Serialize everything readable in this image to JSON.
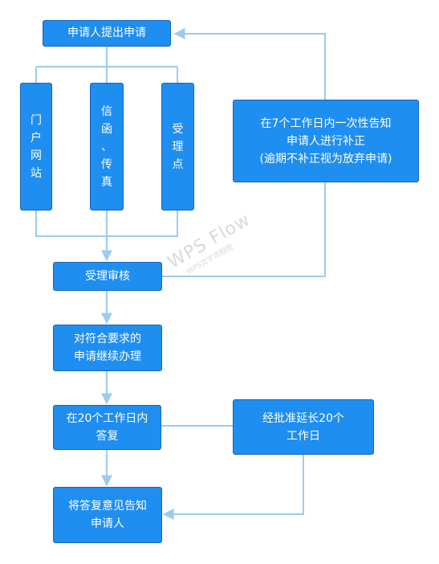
{
  "nodes": {
    "apply": "申请人提出申请",
    "portal": [
      "门",
      "户",
      "网",
      "站"
    ],
    "letter": [
      "信",
      "函",
      "、",
      "传",
      "真"
    ],
    "counter": [
      "受",
      "理",
      "点"
    ],
    "notify": [
      "在7个工作日内一次性告知",
      "申请人进行补正",
      "(逾期不补正视为放弃申请)"
    ],
    "review": "受理审核",
    "continue": [
      "对符合要求的",
      "申请继续办理"
    ],
    "reply": [
      "在20个工作日内",
      "答复"
    ],
    "extend": [
      "经批准延长20个",
      "工作日"
    ],
    "inform": [
      "将答复意见告知",
      "申请人"
    ]
  },
  "watermark": {
    "title": "WPS Flow",
    "subtitle": "WPS文字流程图"
  },
  "colors": {
    "node_fill": "#1f8ef1",
    "node_border": "#1565b8",
    "connector": "#9dcbf0"
  }
}
